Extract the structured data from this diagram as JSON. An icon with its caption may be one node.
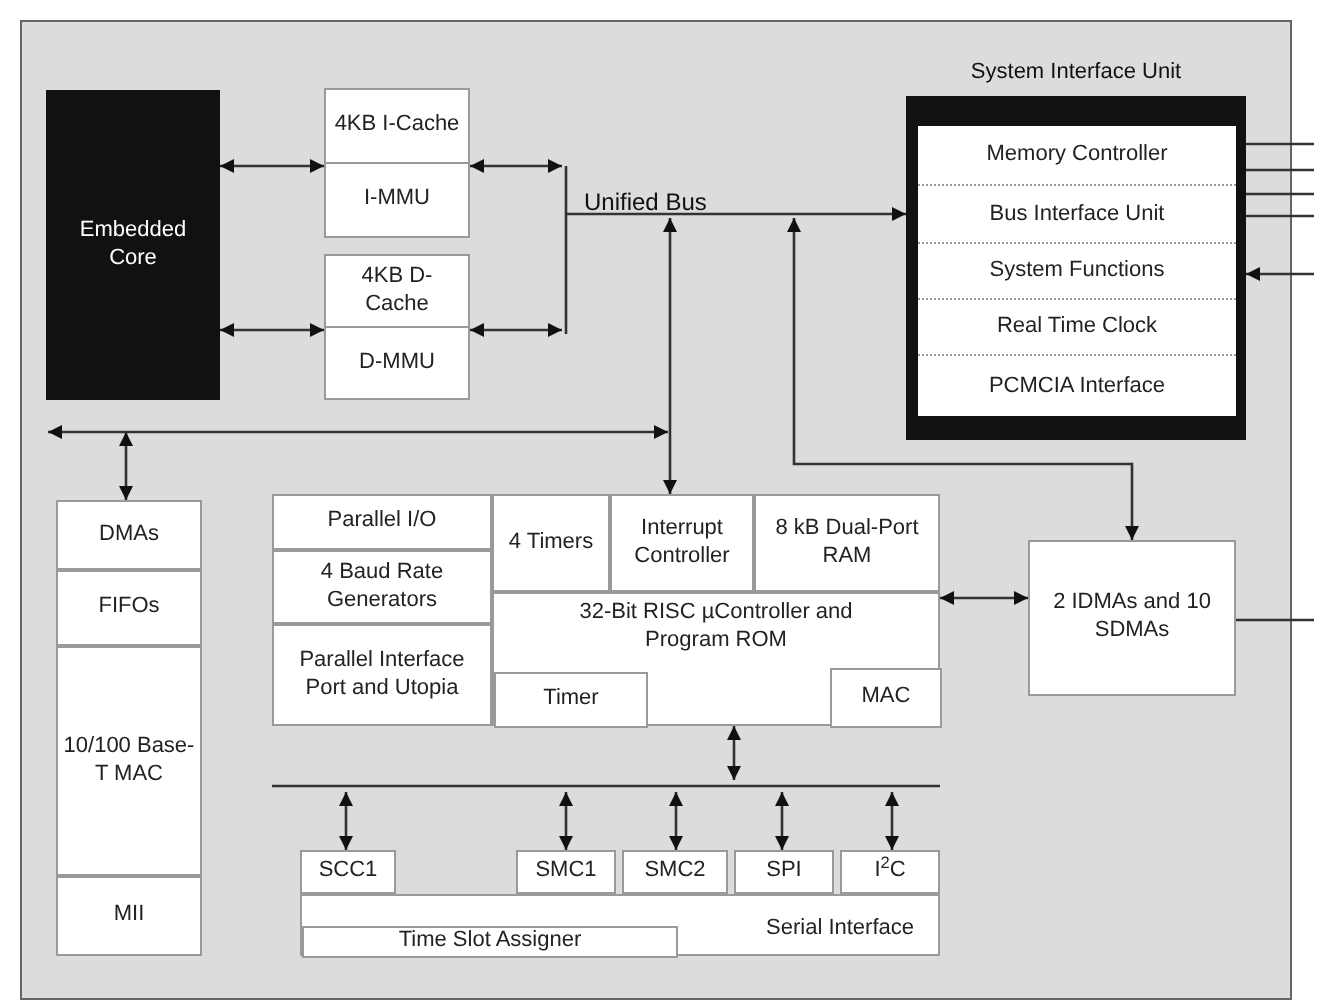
{
  "diagram": {
    "nodes": [
      {
        "text": [
          "Embedded Core"
        ]
      },
      {
        "text": [
          "4KB I-Cache",
          "I-MMU"
        ]
      },
      {
        "text": [
          "4KB D-Cache",
          "D-MMU"
        ]
      },
      {
        "text": [
          "System Interface Unit"
        ]
      },
      {
        "text": [
          "Memory Controller"
        ],
        "in": 3
      },
      {
        "text": [
          "Bus Interface Unit"
        ],
        "in": 3
      },
      {
        "text": [
          "System Functions"
        ],
        "in": 3
      },
      {
        "text": [
          "Real Time Clock"
        ],
        "in": 3
      },
      {
        "text": [
          "PCMCIA Interface"
        ],
        "in": 3
      },
      {
        "text": [
          "DMAs"
        ]
      },
      {
        "text": [
          "FIFOs"
        ]
      },
      {
        "text": [
          "10/100 Base-T MAC"
        ]
      },
      {
        "text": [
          "MII"
        ]
      },
      {
        "text": [
          "Parallel I/O"
        ]
      },
      {
        "text": [
          "4 Baud Rate Generators"
        ]
      },
      {
        "text": [
          "Parallel Interface Port and Utopia"
        ]
      },
      {
        "text": [
          "4 Timers"
        ]
      },
      {
        "text": [
          "Interrupt Controller"
        ]
      },
      {
        "text": [
          "8 kB Dual-Port RAM"
        ]
      },
      {
        "text": [
          "32-Bit RISC µController and Program ROM"
        ]
      },
      {
        "text": [
          "Timer"
        ],
        "in": 19
      },
      {
        "text": [
          "MAC"
        ],
        "in": 19
      },
      {
        "text": [
          "2 IDMAs and 10 SDMAs"
        ]
      },
      {
        "text": [
          "SCC1"
        ]
      },
      {
        "text": [
          "SMC1"
        ]
      },
      {
        "text": [
          "SMC2"
        ]
      },
      {
        "text": [
          "SPI"
        ]
      },
      {
        "text": [
          "I$^{2}$C"
        ]
      },
      {
        "text": [
          "Serial Interface"
        ]
      },
      {
        "text": [
          "Time Slot Assigner"
        ],
        "in": 28
      },
      {
        "text": [],
        "shape": "bar"
      },
      {
        "text": [],
        "shape": "bar"
      },
      {
        "text": [],
        "shape": "bar"
      }
    ],
    "edges": [
      {
        "from": 0,
        "to": 1,
        "arrow": "both"
      },
      {
        "from": 0,
        "to": 2,
        "arrow": "both"
      },
      {
        "from": 1,
        "to": 30,
        "arrow": "both"
      },
      {
        "from": 2,
        "to": 30,
        "arrow": "both"
      },
      {
        "from": 30,
        "to": 3,
        "arrow": "to"
      },
      {
        "from": 30,
        "to": 17,
        "arrow": "both"
      },
      {
        "from": 30,
        "to": 22,
        "arrow": "both"
      },
      {
        "from": 31,
        "to": 9,
        "arrow": "both"
      },
      {
        "from": 19,
        "to": 22,
        "arrow": "both"
      },
      {
        "from": 19,
        "to": 32,
        "arrow": "both"
      },
      {
        "from": 32,
        "to": 23,
        "arrow": "both"
      },
      {
        "from": 32,
        "to": 24,
        "arrow": "both"
      },
      {
        "from": 32,
        "to": 25,
        "arrow": "both"
      },
      {
        "from": 32,
        "to": 26,
        "arrow": "both"
      },
      {
        "from": 32,
        "to": 27,
        "arrow": "both"
      },
      {
        "from": 3,
        "to": null,
        "arrow": "none"
      },
      {
        "from": 3,
        "to": null,
        "arrow": "none"
      },
      {
        "from": 3,
        "to": null,
        "arrow": "none"
      },
      {
        "from": 3,
        "to": null,
        "arrow": "none"
      },
      {
        "from": null,
        "to": 3,
        "arrow": "to"
      },
      {
        "from": 22,
        "to": null,
        "arrow": "none"
      }
    ],
    "labels": [
      "Unified Bus"
    ]
  }
}
